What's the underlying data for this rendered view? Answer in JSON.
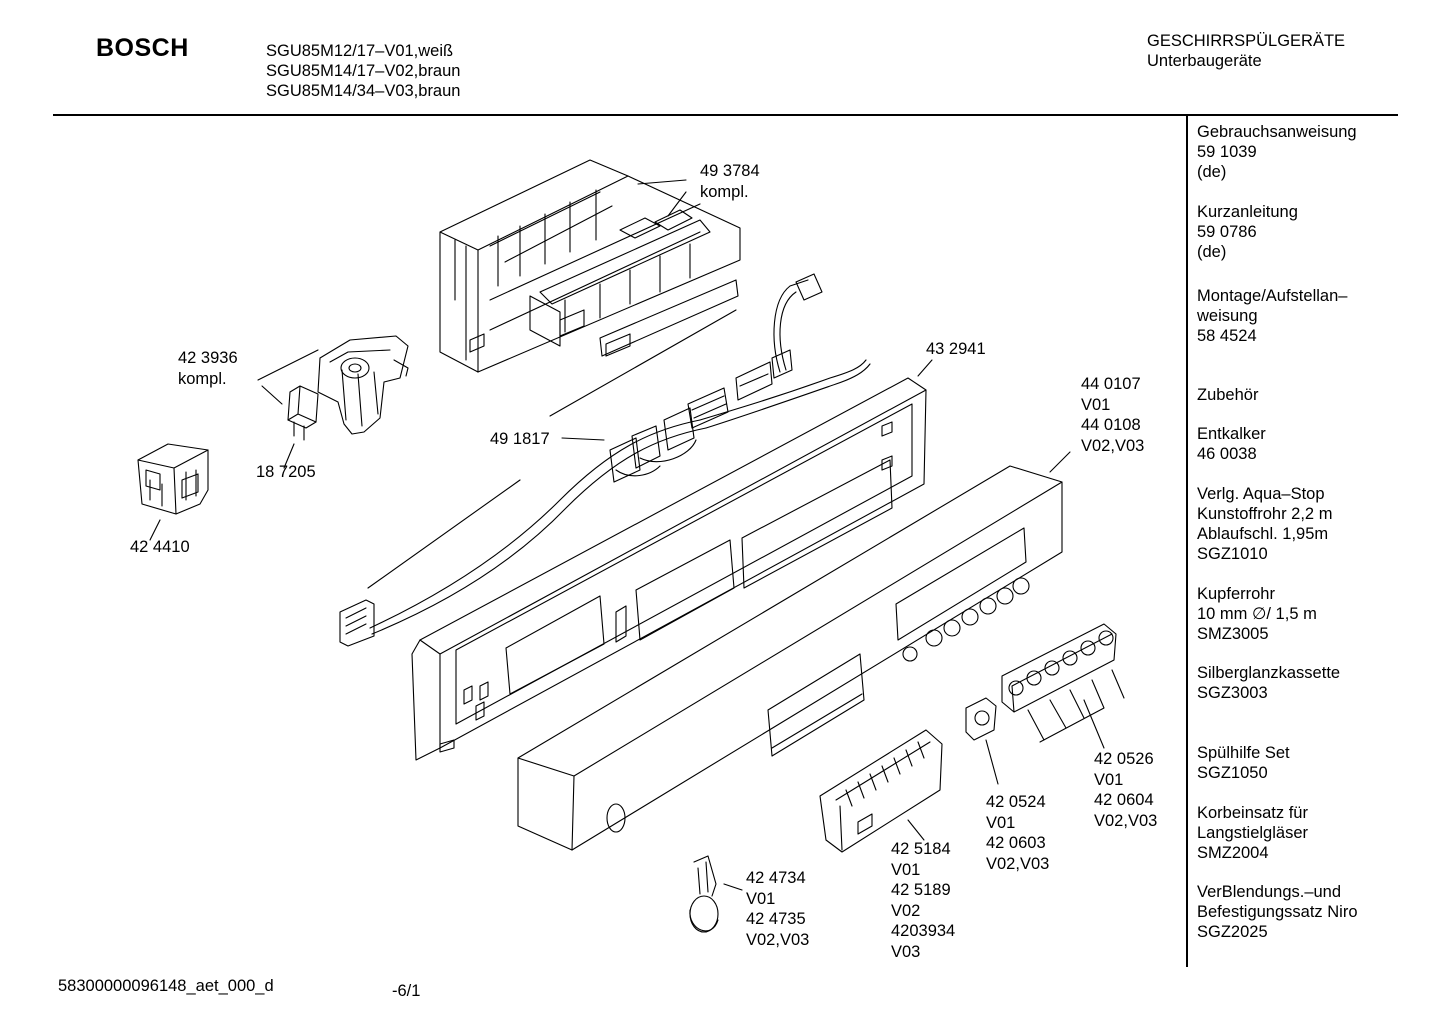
{
  "header": {
    "brand": "BOSCH",
    "models": [
      "SGU85M12/17–V01,weiß",
      "SGU85M14/17–V02,braun",
      "SGU85M14/34–V03,braun"
    ],
    "category_title": "GESCHIRRSPÜLGERÄTE",
    "category_subtitle": "Unterbaugeräte"
  },
  "sidebar": [
    {
      "lines": [
        "Gebrauchsanweisung",
        "59 1039",
        "(de)"
      ]
    },
    {
      "lines": [
        "Kurzanleitung",
        "59 0786",
        "(de)"
      ]
    },
    {
      "lines": [
        "Montage/Aufstellan–",
        "weisung",
        "58 4524"
      ]
    },
    {
      "lines": [
        "Zubehör"
      ]
    },
    {
      "lines": [
        "Entkalker",
        "46 0038"
      ]
    },
    {
      "lines": [
        "Verlg. Aqua–Stop",
        "Kunstoffrohr 2,2 m",
        "Ablaufschl. 1,95m",
        "SGZ1010"
      ]
    },
    {
      "lines": [
        "Kupferrohr",
        "10 mm ∅/ 1,5 m",
        "SMZ3005"
      ]
    },
    {
      "lines": [
        "Silberglanzkassette",
        "SGZ3003"
      ]
    },
    {
      "lines": [
        "Spülhilfe Set",
        "SGZ1050"
      ]
    },
    {
      "lines": [
        "Korbeinsatz für",
        "Langstielgläser",
        "SMZ2004"
      ]
    },
    {
      "lines": [
        "VerBlendungs.–und",
        "Befestigungssatz Niro",
        "SGZ2025"
      ]
    }
  ],
  "callouts": [
    {
      "id": "p493784",
      "lines": [
        "49 3784",
        "kompl."
      ]
    },
    {
      "id": "p423936",
      "lines": [
        "42 3936",
        "kompl."
      ]
    },
    {
      "id": "p187205",
      "lines": [
        "18 7205"
      ]
    },
    {
      "id": "p424410",
      "lines": [
        "42 4410"
      ]
    },
    {
      "id": "p432941",
      "lines": [
        "43 2941"
      ]
    },
    {
      "id": "p491817",
      "lines": [
        "49 1817"
      ]
    },
    {
      "id": "p440107",
      "lines": [
        "44 0107",
        "V01",
        "44 0108",
        "V02,V03"
      ]
    },
    {
      "id": "p420526",
      "lines": [
        "42 0526",
        "V01",
        "42 0604",
        "V02,V03"
      ]
    },
    {
      "id": "p420524",
      "lines": [
        "42 0524",
        "V01",
        "42 0603",
        "V02,V03"
      ]
    },
    {
      "id": "p425184",
      "lines": [
        "42 5184",
        "V01",
        "42 5189",
        "V02",
        "4203934",
        "V03"
      ]
    },
    {
      "id": "p424734",
      "lines": [
        "42 4734",
        "V01",
        "42 4735",
        "V02,V03"
      ]
    }
  ],
  "footer": {
    "document_id": "58300000096148_aet_000_d",
    "page": "-6/1"
  }
}
